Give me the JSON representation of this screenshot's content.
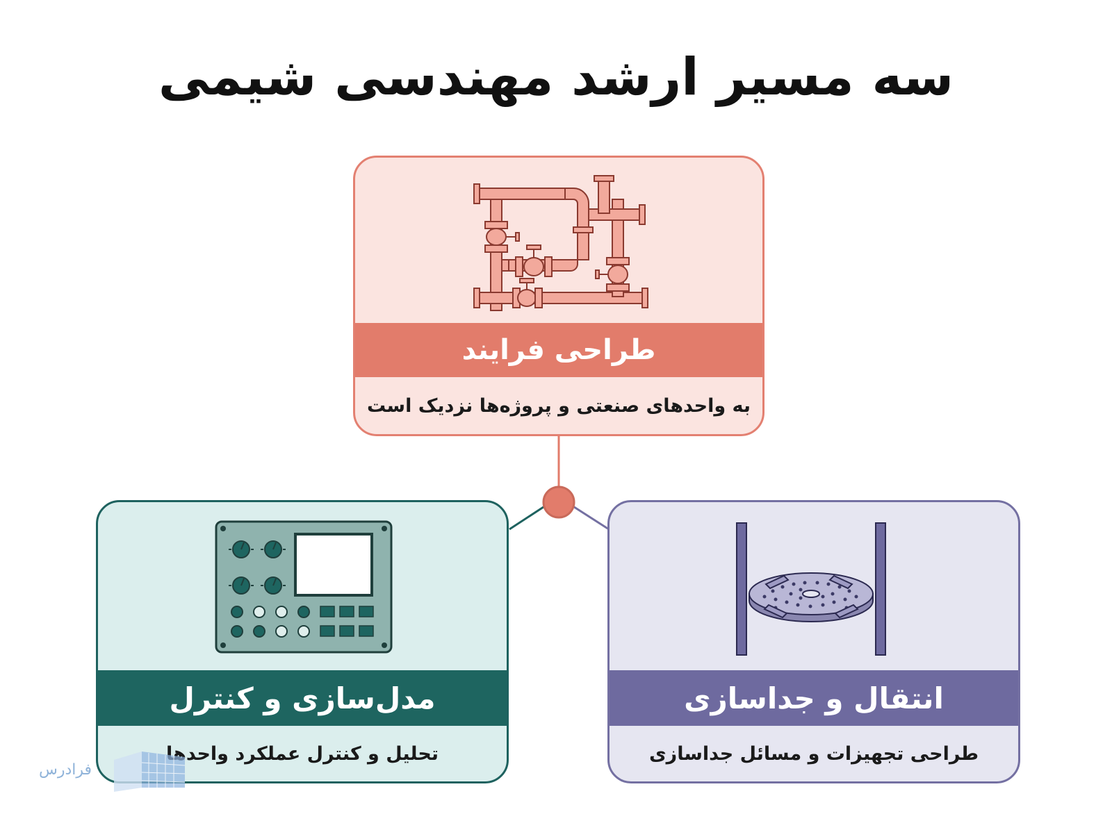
{
  "title": "سه مسیر ارشد مهندسی شیمی",
  "cards": {
    "process": {
      "title": "طراحی فرایند",
      "subtitle": "به واحدهای صنعتی و پروژه‌ها نزدیک است",
      "icon": "piping-valves-icon",
      "accent": "#e27c6b",
      "background": "#fbe4e0"
    },
    "control": {
      "title": "مدل‌سازی و کنترل",
      "subtitle": "تحلیل و کنترل عملکرد واحدها",
      "icon": "control-panel-icon",
      "accent": "#1e6560",
      "background": "#dbeeed"
    },
    "separation": {
      "title": "انتقال و جداسازی",
      "subtitle": "طراحی تجهیزات و مسائل جداسازی",
      "icon": "distillation-tray-icon",
      "accent": "#6e6a9f",
      "background": "#e6e6f1"
    }
  },
  "hub": {
    "color": "#e27c6b",
    "icon": "hub-node-icon"
  },
  "watermark": {
    "text": "فرادرس",
    "icon": "faradars-logo-icon"
  }
}
